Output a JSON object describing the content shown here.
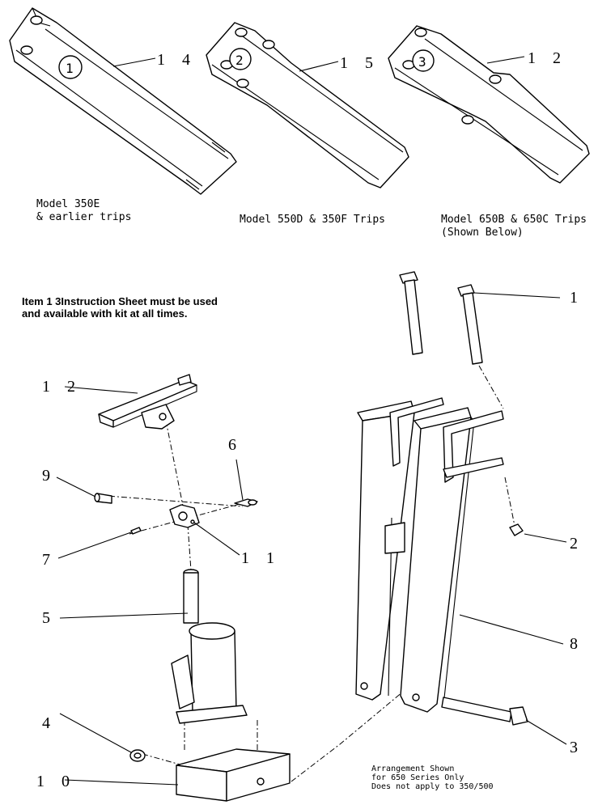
{
  "title_labels": {
    "model_350e_line1": "Model 350E",
    "model_350e_line2": "& earlier trips",
    "model_550d": "Model 550D & 350F Trips",
    "model_650_line1": "Model 650B & 650C Trips",
    "model_650_line2": "(Shown Below)"
  },
  "circled_numbers": [
    "1",
    "2",
    "3"
  ],
  "instruction": {
    "line1": "Item 1 3Instruction Sheet must be used",
    "line2": "and available with kit at all times."
  },
  "callouts": {
    "c14": "1 4",
    "c15": "1 5",
    "c12_top": "1 2",
    "c1": "1",
    "c12": "1 2",
    "c6": "6",
    "c9": "9",
    "c2": "2",
    "c7": "7",
    "c11": "1 1",
    "c5": "5",
    "c8": "8",
    "c4": "4",
    "c3": "3",
    "c10": "1 0"
  },
  "note": {
    "line1": "Arrangement Shown",
    "line2": "for 650 Series Only",
    "line3": "Does not apply to 350/500"
  }
}
